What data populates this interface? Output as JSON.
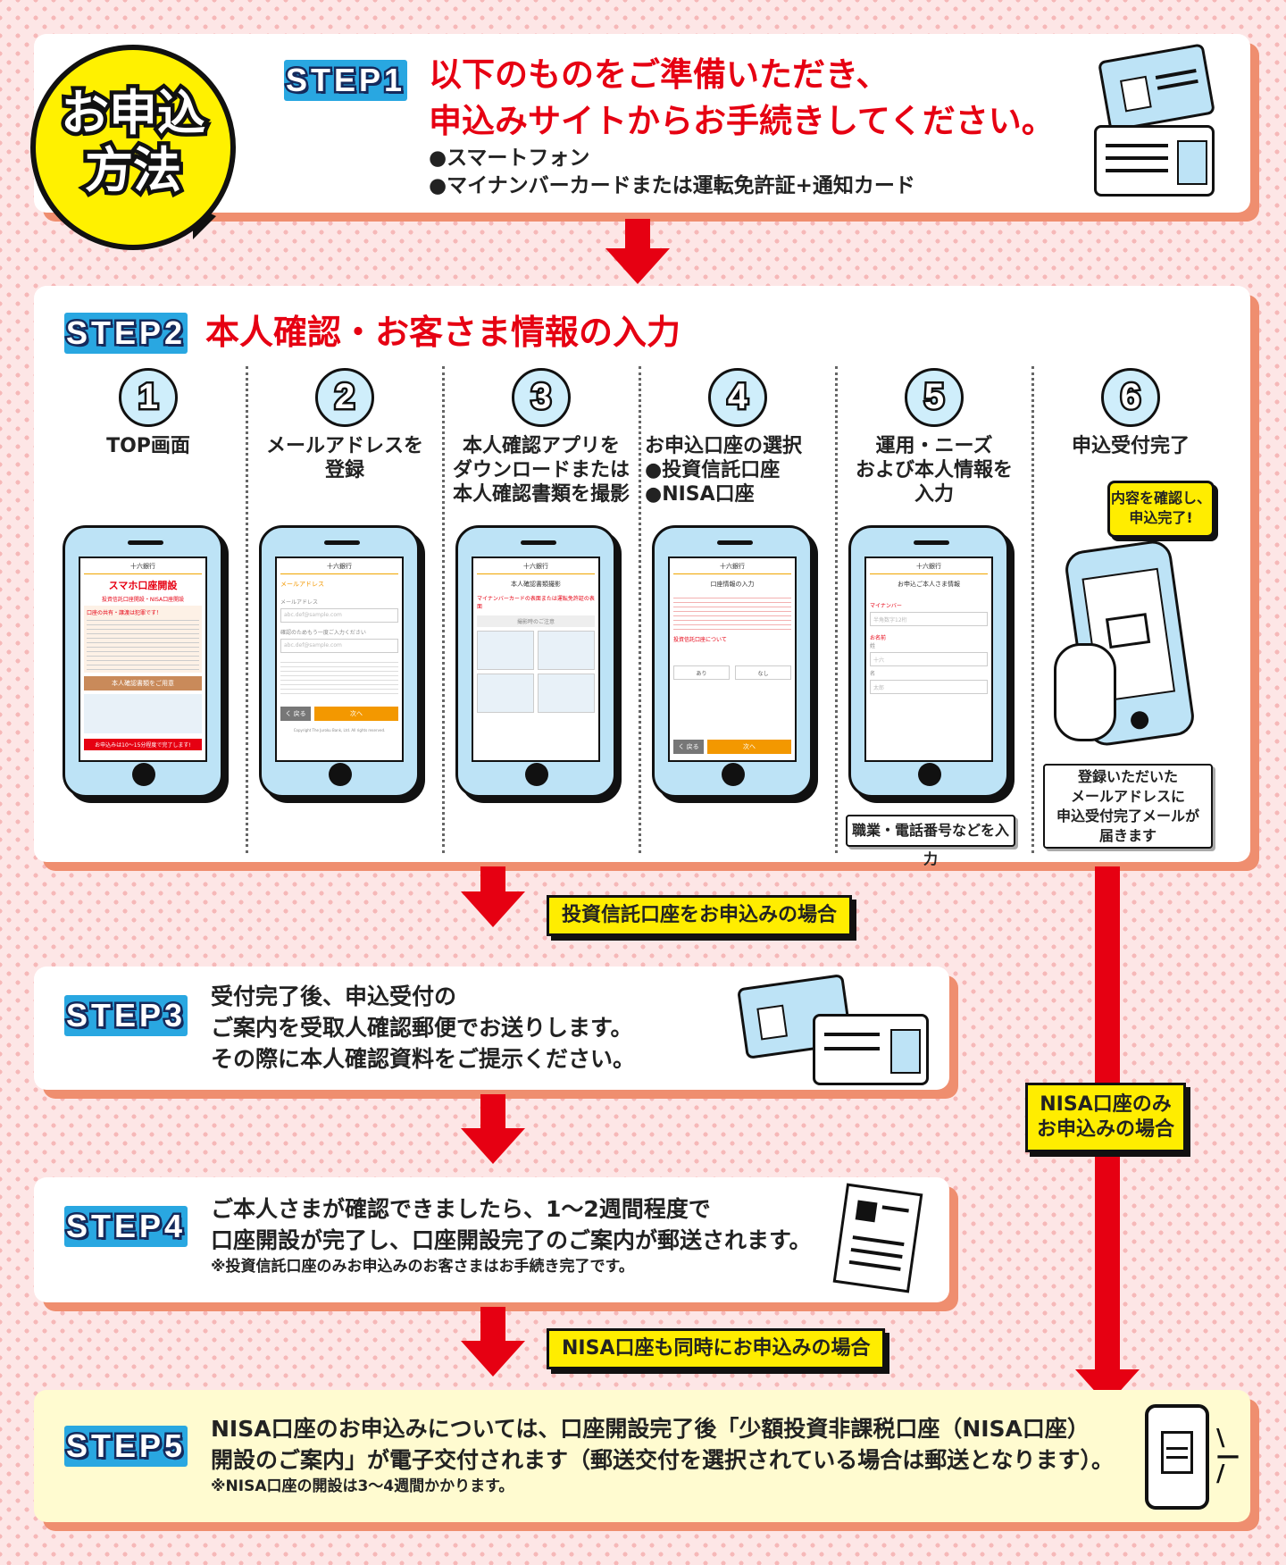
{
  "badge": {
    "line1": "お申込",
    "line2": "方法"
  },
  "step1": {
    "label": "STEP1",
    "title_line1": "以下のものをご準備いただき、",
    "title_line2": "申込みサイトからお手続きしてください。",
    "item1": "●スマートフォン",
    "item2": "●マイナンバーカードまたは運転免許証+通知カード"
  },
  "step2": {
    "label": "STEP2",
    "title": "本人確認・お客さま情報の入力",
    "columns": [
      {
        "num": "1",
        "title": "TOP画面"
      },
      {
        "num": "2",
        "title": "メールアドレスを\n登録"
      },
      {
        "num": "3",
        "title": "本人確認アプリを\nダウンロードまたは\n本人確認書類を撮影"
      },
      {
        "num": "4",
        "title": "お申込口座の選択\n●投資信託口座\n●NISA口座"
      },
      {
        "num": "5",
        "title": "運用・ニーズ\nおよび本人情報を\n入力"
      },
      {
        "num": "6",
        "title": "申込受付完了"
      }
    ],
    "col5_note": "職業・電話番号などを入力",
    "col6_bubble": "内容を確認し、\n申込完了!",
    "col6_note": "登録いただいた\nメールアドレスに\n申込受付完了メールが\n届きます"
  },
  "screens": {
    "bank": "十六銀行",
    "s1": {
      "title": "スマホ口座開設",
      "sub": "投資信託口座開設・NISA口座開設",
      "red": "口座の共有・譲渡は犯罪です！",
      "btn": "本人確認書類をご用意",
      "foot": "お申込みは10～15分程度で完了します!"
    },
    "s2": {
      "h": "メールアドレス",
      "l1": "メールアドレス",
      "p1": "abc.def@sample.com",
      "l2": "確認のためもう一度ご入力ください",
      "p2": "abc.def@sample.com",
      "back": "く 戻る",
      "next": "次へ",
      "copy": "Copyright The Juroku Bank, Ltd. All rights reserved."
    },
    "s3": {
      "h": "本人確認書類撮影",
      "red": "マイナンバーカードの表面または運転免許証の表面",
      "warn": "撮影時のご注意"
    },
    "s4": {
      "h": "口座情報の入力",
      "sub": "投資信託口座について",
      "yes": "あり",
      "no": "なし",
      "back": "く 戻る",
      "next": "次へ"
    },
    "s5": {
      "h": "お申込ご本人さま情報",
      "l1": "マイナンバー",
      "p1": "半角数字12桁",
      "l2": "お名前",
      "l3": "姓",
      "p3": "十六",
      "l4": "名",
      "p4": "太郎"
    }
  },
  "tag_invest": "投資信託口座をお申込みの場合",
  "tag_nisa_only": "NISA口座のみ\nお申込みの場合",
  "tag_nisa_both": "NISA口座も同時にお申込みの場合",
  "step3": {
    "label": "STEP3",
    "line1": "受付完了後、申込受付の",
    "line2": "ご案内を受取人確認郵便でお送りします。",
    "line3": "その際に本人確認資料をご提示ください。"
  },
  "step4": {
    "label": "STEP4",
    "line1": "ご本人さまが確認できましたら、1～2週間程度で",
    "line2": "口座開設が完了し、口座開設完了のご案内が郵送されます。",
    "note": "※投資信託口座のみお申込みのお客さまはお手続き完了です。"
  },
  "step5": {
    "label": "STEP5",
    "line1": "NISA口座のお申込みについては、口座開設完了後「少額投資非課税口座（NISA口座）",
    "line2": "開設のご案内」が電子交付されます（郵送交付を選択されている場合は郵送となります）。",
    "note": "※NISA口座の開設は3～4週間かかります。"
  },
  "colors": {
    "accent_red": "#e60012",
    "step_blue": "#29a7e1",
    "badge_yellow": "#fff100",
    "tag_yellow": "#ffed00",
    "shadow_orange": "#ef8e6f",
    "step5_bg": "#fffbd0"
  }
}
